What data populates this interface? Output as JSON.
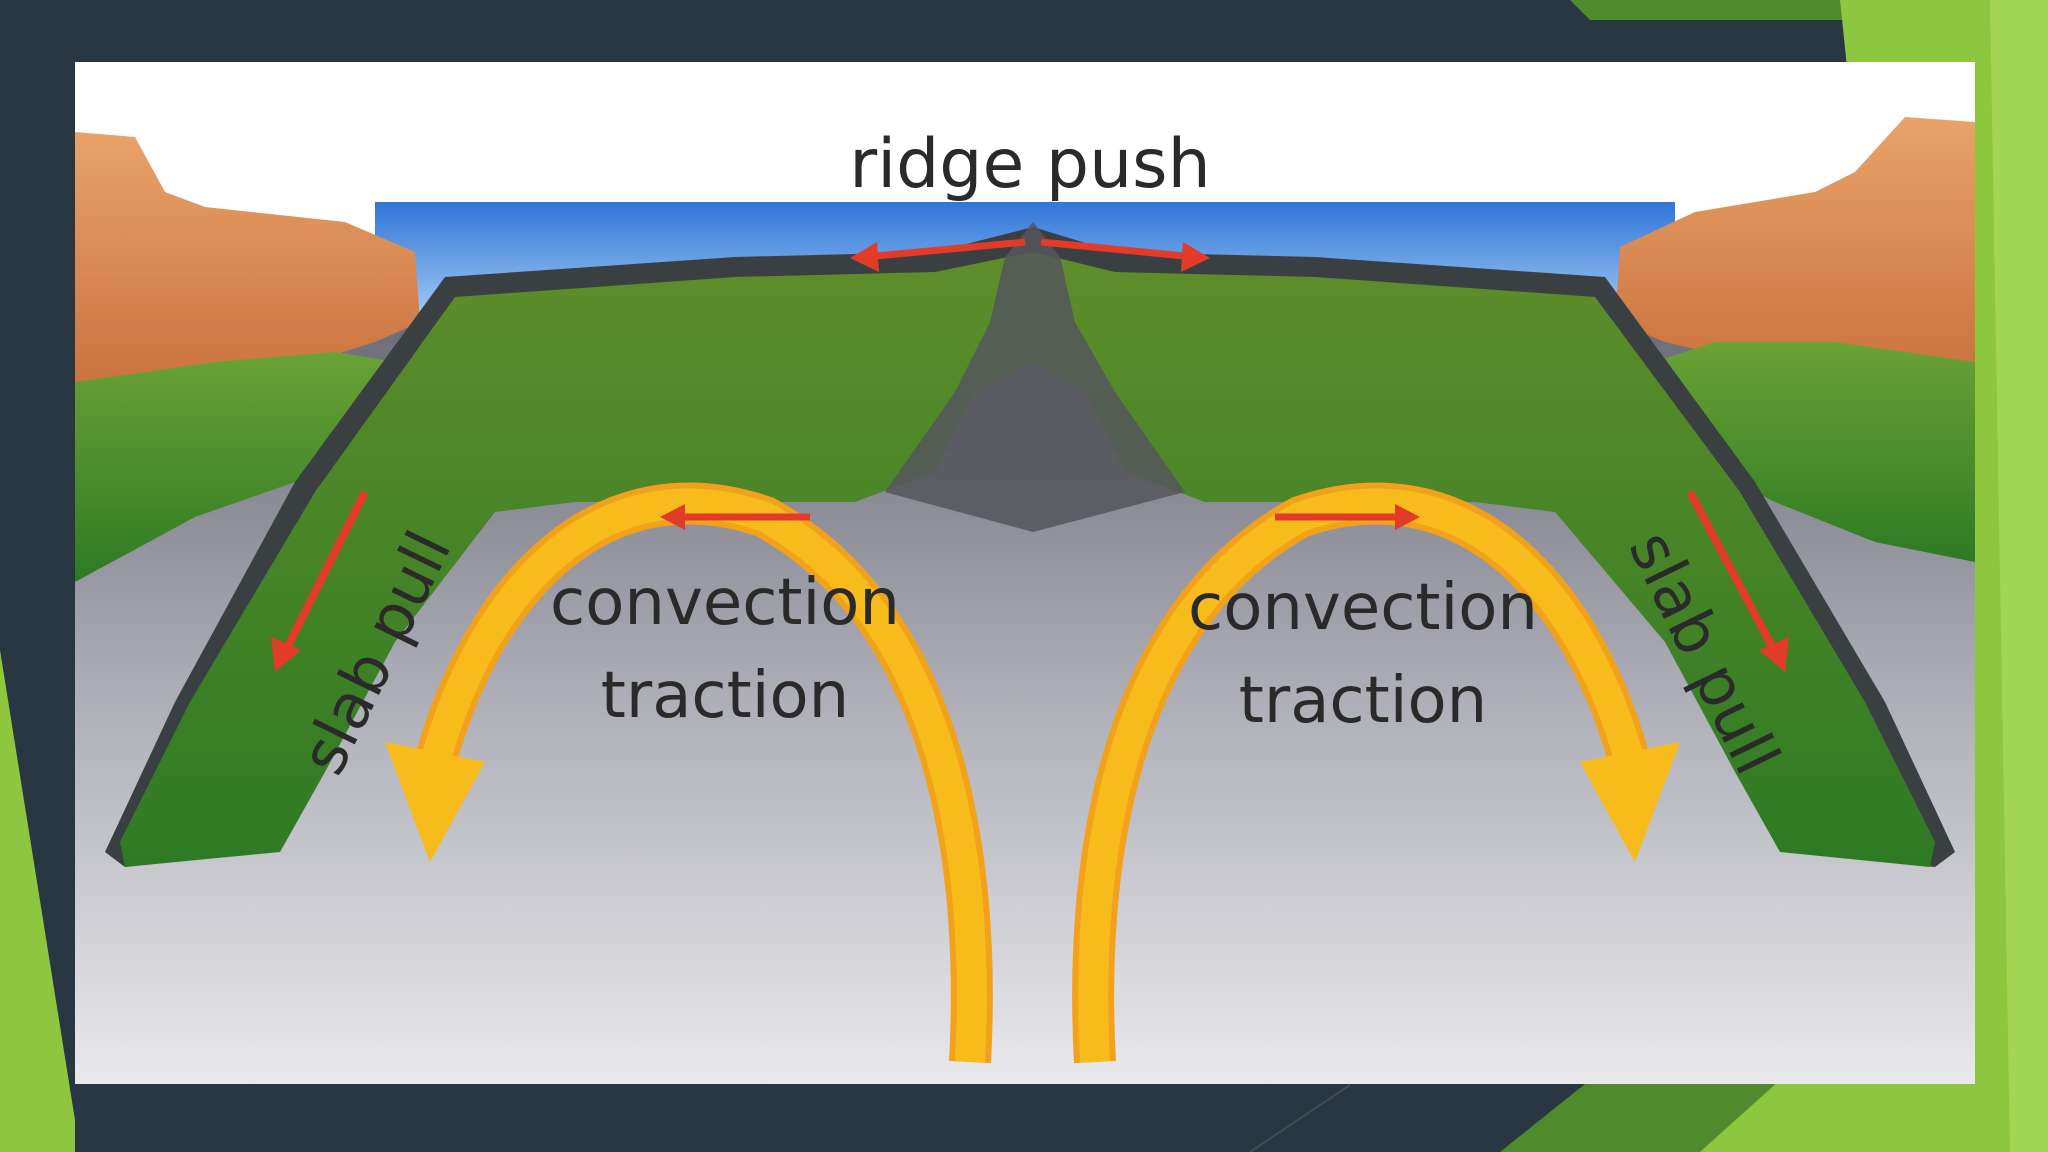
{
  "diagram": {
    "labels": {
      "ridge_push": "ridge push",
      "slab_pull_left": "slab pull",
      "slab_pull_right": "slab pull",
      "convection_left_line1": "convection",
      "convection_left_line2": "traction",
      "convection_right_line1": "convection",
      "convection_right_line2": "traction"
    }
  },
  "colors": {
    "slide_background": "#283741",
    "accent_green": "#8dc63f",
    "plate_green": "#5e8e2a",
    "deep_green": "#2e7a24",
    "plate_edge": "#3a3f42",
    "ocean_blue": "#5b9be0",
    "continent_orange": "#d98a4e",
    "arrow_yellow": "#f7bb1b",
    "arrow_red": "#e23b2a",
    "mantle_gray": "#9a9aa2"
  }
}
